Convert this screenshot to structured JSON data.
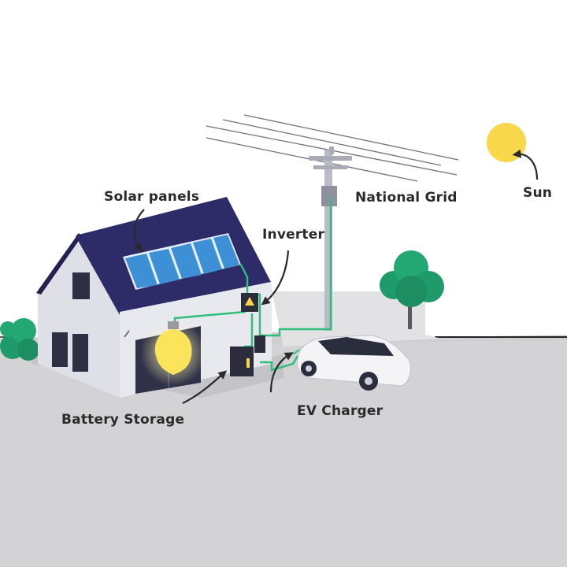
{
  "labels": {
    "solar_panels": "Solar panels",
    "national_grid": "National Grid",
    "sun": "Sun",
    "inverter": "Inverter",
    "battery_storage": "Battery Storage",
    "ev_charger": "EV Charger"
  },
  "icons": {
    "sun": "sun-icon",
    "bulb": "light-bulb-icon",
    "car": "electric-car-icon",
    "tree": "tree-icon",
    "pole": "utility-pole-icon"
  },
  "colors": {
    "roof": "#2d2b68",
    "wall": "#e8e9ef",
    "wall_shade": "#c9cad3",
    "panel": "#3d8fd6",
    "wire": "#2fbf7a",
    "sun": "#f8d74a",
    "bulb": "#fbe35c",
    "tree": "#1f9a6a",
    "ground": "#d3d3d5",
    "label": "#2a2a2a"
  }
}
